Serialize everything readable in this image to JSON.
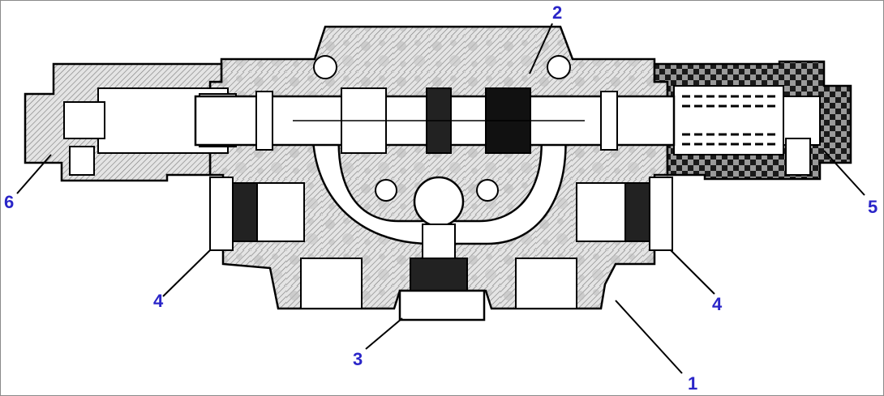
{
  "colors": {
    "callout": "#2a25c8",
    "line": "#000000",
    "hatch_fill": "#d6d6d6",
    "checker_dark": "#1a1a1a",
    "checker_light": "#9a9a9a",
    "background": "#ffffff"
  },
  "callouts": [
    {
      "id": "1",
      "label": "1"
    },
    {
      "id": "2",
      "label": "2"
    },
    {
      "id": "3",
      "label": "3"
    },
    {
      "id": "4a",
      "label": "4"
    },
    {
      "id": "4b",
      "label": "4"
    },
    {
      "id": "5",
      "label": "5"
    },
    {
      "id": "6",
      "label": "6"
    }
  ]
}
